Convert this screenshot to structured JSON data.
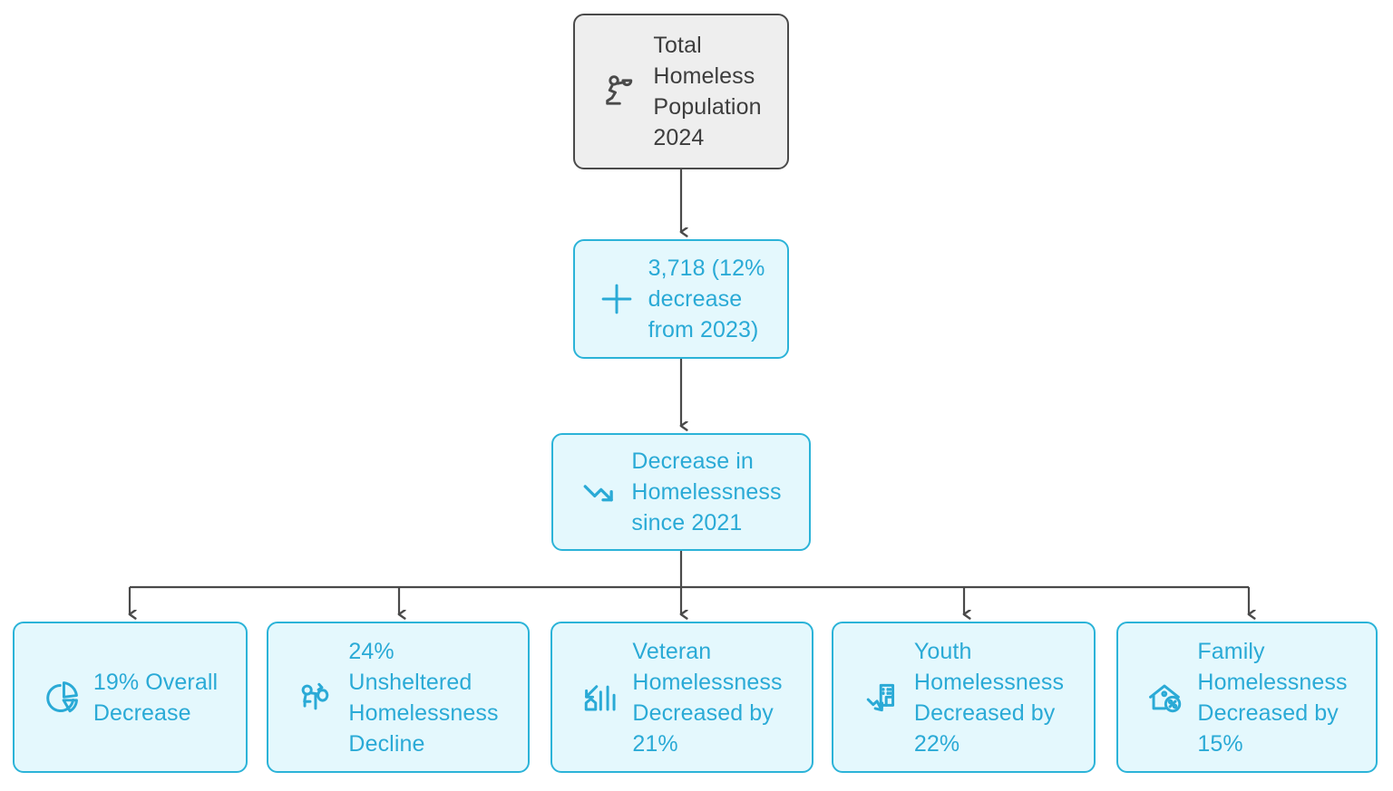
{
  "diagram": {
    "type": "flowchart",
    "direction": "top-down",
    "colors": {
      "root_fill": "#eeeeee",
      "root_border": "#4a4a4a",
      "root_text": "#3d3d3d",
      "node_fill": "#e4f8fd",
      "node_border": "#2bb3d8",
      "node_text": "#2aaad6",
      "connector": "#4a4a4a",
      "background": "#ffffff"
    },
    "nodes": {
      "root": {
        "label": "Total\nHomeless\nPopulation\n2024",
        "icon": "person-begging-icon"
      },
      "total": {
        "label": "3,718 (12%\ndecrease\nfrom 2023)",
        "icon": "plus-icon"
      },
      "decrease": {
        "label": "Decrease in\nHomelessness\nsince 2021",
        "icon": "trend-down-arrow-icon"
      },
      "overall": {
        "label": "19% Overall\nDecrease",
        "icon": "pie-chart-icon"
      },
      "unsheltered": {
        "label": "24%\nUnsheltered\nHomelessness\nDecline",
        "icon": "person-with-bindle-icon"
      },
      "veteran": {
        "label": "Veteran\nHomelessness\nDecreased by\n21%",
        "icon": "bar-chart-down-house-icon"
      },
      "youth": {
        "label": "Youth\nHomelessness\nDecreased by\n22%",
        "icon": "building-down-arrow-icon"
      },
      "family": {
        "label": "Family\nHomelessness\nDecreased by\n15%",
        "icon": "house-percent-icon"
      }
    },
    "edges": [
      {
        "from": "root",
        "to": "total"
      },
      {
        "from": "total",
        "to": "decrease"
      },
      {
        "from": "decrease",
        "to": "overall"
      },
      {
        "from": "decrease",
        "to": "unsheltered"
      },
      {
        "from": "decrease",
        "to": "veteran"
      },
      {
        "from": "decrease",
        "to": "youth"
      },
      {
        "from": "decrease",
        "to": "family"
      }
    ]
  }
}
